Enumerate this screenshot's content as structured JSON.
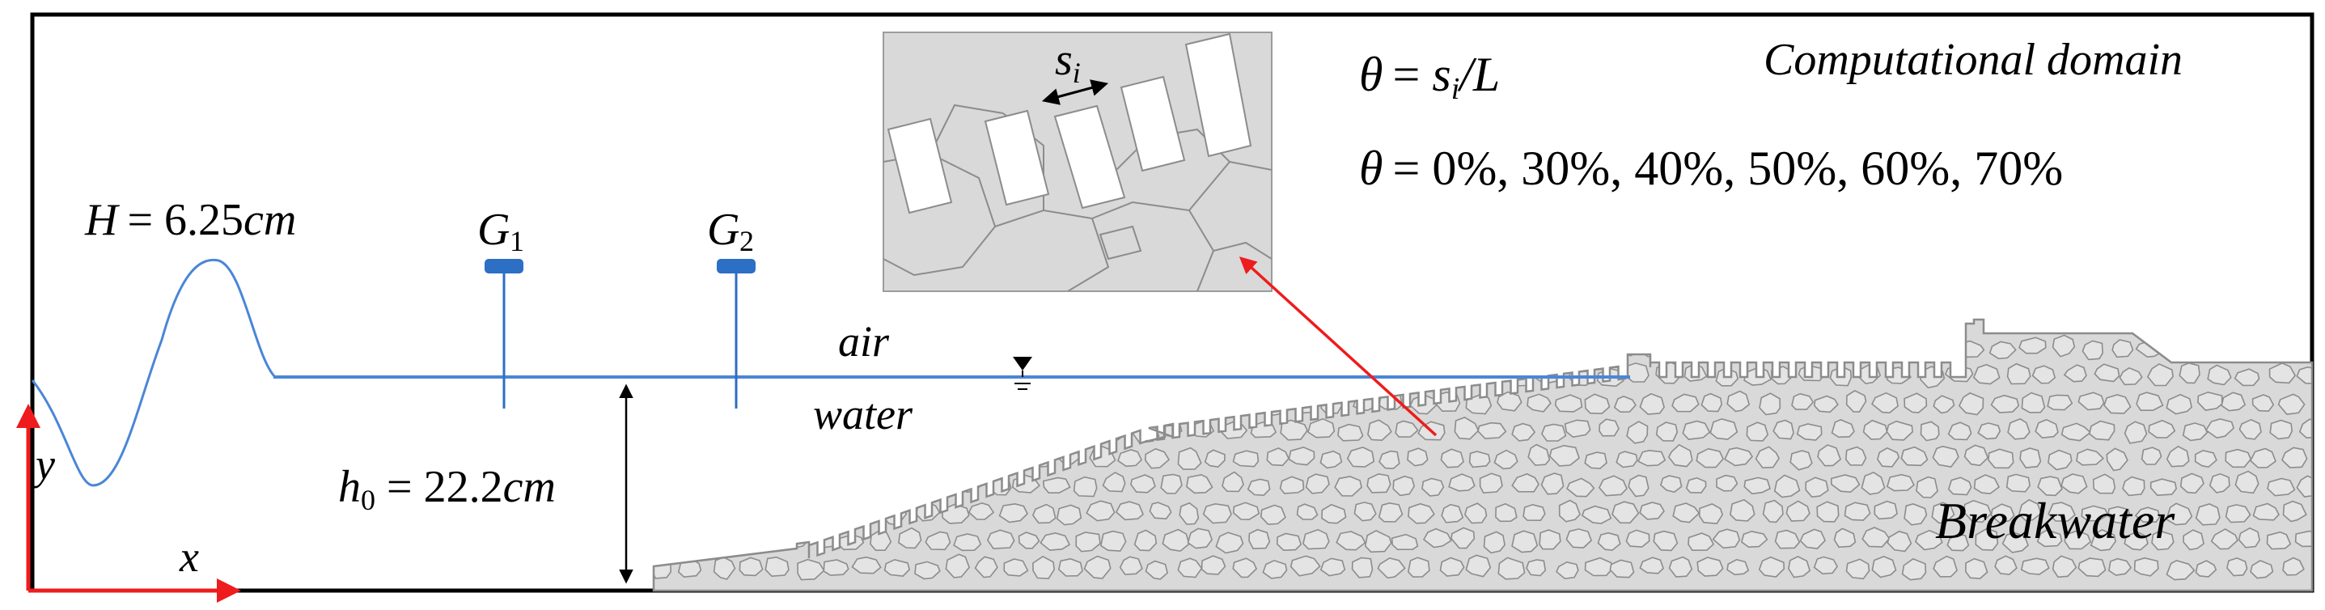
{
  "domain_title": "Computational domain",
  "wave": {
    "label_var": "H",
    "label_eq": "= 6.25",
    "label_unit": "cm"
  },
  "gauges": [
    {
      "letter": "G",
      "sub": "1"
    },
    {
      "letter": "G",
      "sub": "2"
    }
  ],
  "media": {
    "air": "air",
    "water": "water"
  },
  "depth": {
    "var": "h",
    "sub": "0",
    "eq": "= 22.2",
    "unit": "cm"
  },
  "structure_label": "Breakwater",
  "inset": {
    "gap_var": "s",
    "gap_sub": "i"
  },
  "formula": {
    "line1_theta": "θ",
    "line1_eq": "= ",
    "line1_s": "s",
    "line1_sub": "i",
    "line1_rest": "/L",
    "line2_theta": "θ",
    "line2_values": "= 0%, 30%, 40%, 50%, 60%, 70%"
  },
  "axes": {
    "x": "x",
    "y": "y"
  },
  "colors": {
    "water_line": "#4a86d8",
    "gauge": "#2c6fc4",
    "axis_arrow": "#ee1c1c",
    "rock_fill": "#d9d9d9",
    "rock_stroke": "#8c8c8c",
    "frame": "#000000"
  }
}
